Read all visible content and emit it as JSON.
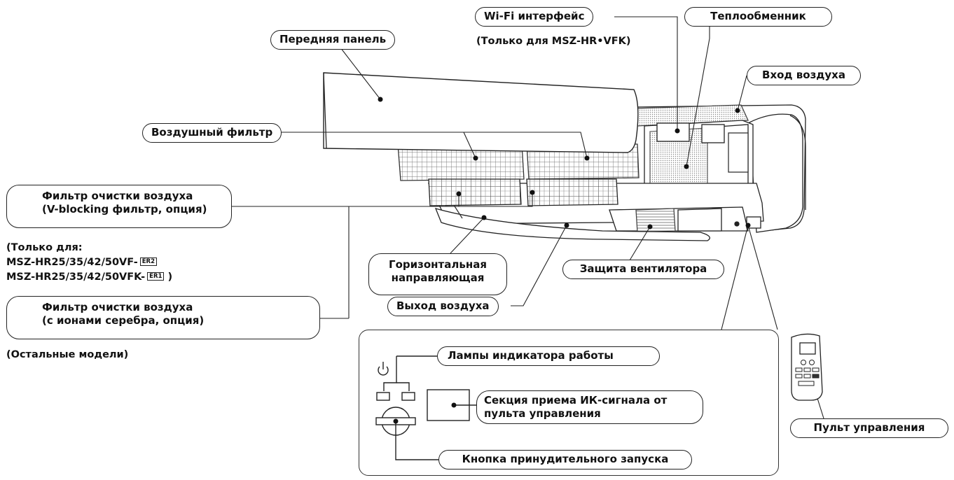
{
  "callouts": {
    "front_panel": "Передняя панель",
    "wifi": "Wi-Fi интерфейс",
    "heat_exchanger": "Теплообменник",
    "air_inlet": "Вход воздуха",
    "air_filter": "Воздушный фильтр",
    "purifying_filter_vblocking": [
      "Фильтр очистки воздуха",
      "(V-blocking фильтр, опция)"
    ],
    "horizontal_vane": [
      "Горизонтальная",
      "направляющая"
    ],
    "fan_guard": "Защита вентилятора",
    "air_outlet": "Выход воздуха",
    "purifying_filter_silver": [
      "Фильтр очистки воздуха",
      "(с ионами серебра, опция)"
    ],
    "operation_lamps": "Лампы индикатора работы",
    "ir_receiver": [
      "Секция приема ИК-сигнала от",
      "пульта управления"
    ],
    "emergency_button": "Кнопка принудительного запуска",
    "remote_control": "Пульт управления"
  },
  "notes": {
    "wifi_only": "(Только для MSZ-HR•VFK)",
    "only_for": "(Только для:",
    "models_vf": "MSZ-HR25/35/42/50VF-",
    "models_vf_tag": "ER2",
    "models_vfk": "MSZ-HR25/35/42/50VFK-",
    "models_vfk_tag": "ER1",
    "models_vfk_close": ")",
    "other_models": "(Остальные модели)"
  },
  "icons": [
    "power-icon",
    "operation-lamp-icon",
    "emergency-button-icon",
    "ir-receiver-window-icon",
    "remote-control-icon"
  ]
}
